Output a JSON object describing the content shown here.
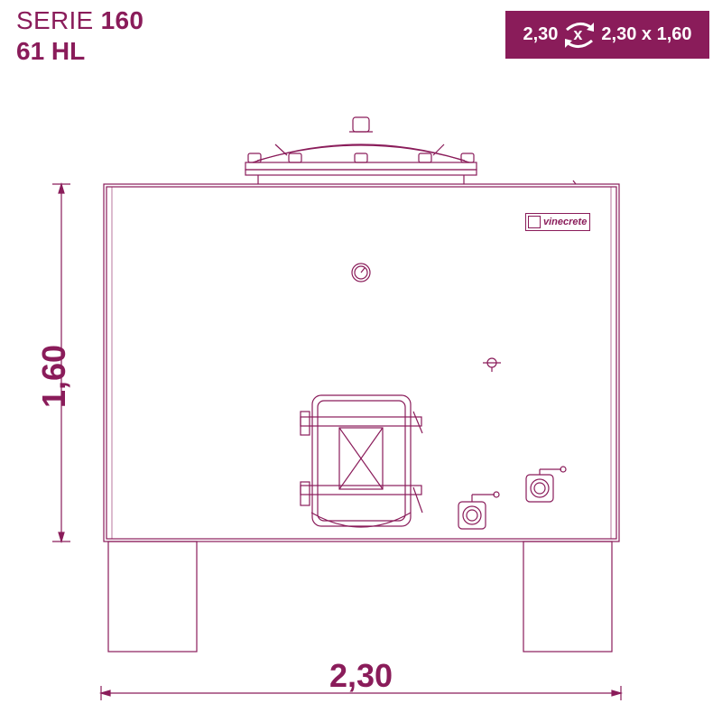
{
  "header": {
    "series_prefix": "SERIE",
    "series_number": "160",
    "capacity": "61 HL"
  },
  "badge": {
    "width": "2,30",
    "separator": "x",
    "dimensions": "2,30 x 1,60"
  },
  "drawing": {
    "height_label": "1,60",
    "width_label": "2,30",
    "brand_logo": "vinecrete",
    "line_color": "#8a1c5a",
    "accent_color": "#8a1c5a"
  }
}
